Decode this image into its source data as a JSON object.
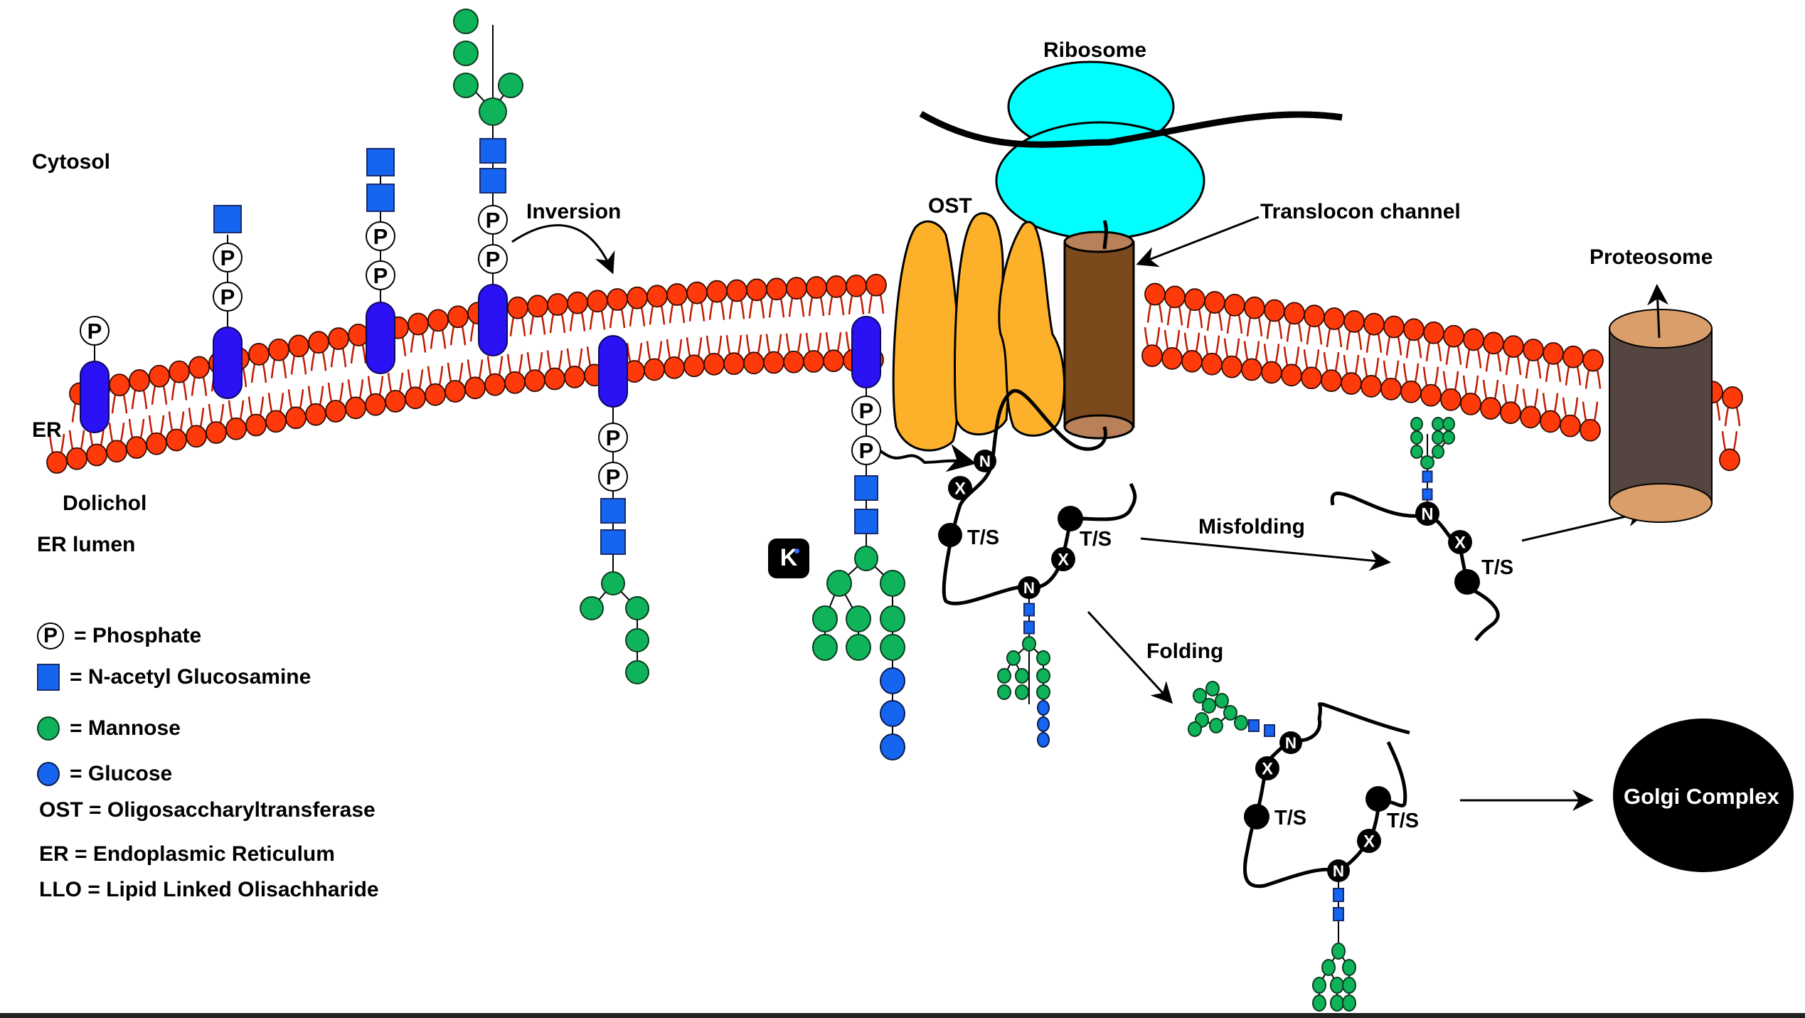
{
  "colors": {
    "lipid_head": "#ff3a0a",
    "lipid_tail": "#c11a00",
    "dolichol": "#2a12f5",
    "glcnac": "#1565f0",
    "mannose": "#0fb35a",
    "glucose": "#1565f0",
    "ribosome": "#00ffff",
    "ost": "#fdb12a",
    "translocon_body": "#7b4a1c",
    "translocon_cap": "#b9815a",
    "proteasome_body": "#554540",
    "proteasome_cap": "#d99e6a",
    "golgi": "#000000",
    "text": "#000000"
  },
  "labels": {
    "cytosol": "Cytosol",
    "er": "ER",
    "dolichol": "Dolichol",
    "er_lumen": "ER lumen",
    "inversion": "Inversion",
    "ribosome": "Ribosome",
    "ost": "OST",
    "translocon": "Translocon channel",
    "proteosome": "Proteosome",
    "misfolding": "Misfolding",
    "folding": "Folding",
    "golgi": "Golgi Complex",
    "ts": "T/S",
    "n": "N",
    "x": "X",
    "p": "P"
  },
  "legend": {
    "phosphate": "= Phosphate",
    "glcnac": "= N-acetyl Glucosamine",
    "mannose": "= Mannose",
    "glucose": "= Glucose",
    "ost": "OST = Oligosaccharyltransferase",
    "er": "ER = Endoplasmic Reticulum",
    "llo": "LLO = Lipid Linked Olisachharide"
  },
  "llo_steps": [
    {
      "side": "cytosol",
      "phosphates": 1,
      "glcnac": 0,
      "mannose": 0,
      "glucose": 0
    },
    {
      "side": "cytosol",
      "phosphates": 2,
      "glcnac": 1,
      "mannose": 0,
      "glucose": 0
    },
    {
      "side": "cytosol",
      "phosphates": 2,
      "glcnac": 2,
      "mannose": 0,
      "glucose": 0
    },
    {
      "side": "cytosol",
      "phosphates": 2,
      "glcnac": 2,
      "mannose": 5,
      "glucose": 0
    },
    {
      "side": "lumen",
      "phosphates": 2,
      "glcnac": 2,
      "mannose": 5,
      "glucose": 0
    },
    {
      "side": "lumen",
      "phosphates": 2,
      "glcnac": 2,
      "mannose": 9,
      "glucose": 3
    }
  ],
  "badge": {
    "letter": "K"
  }
}
